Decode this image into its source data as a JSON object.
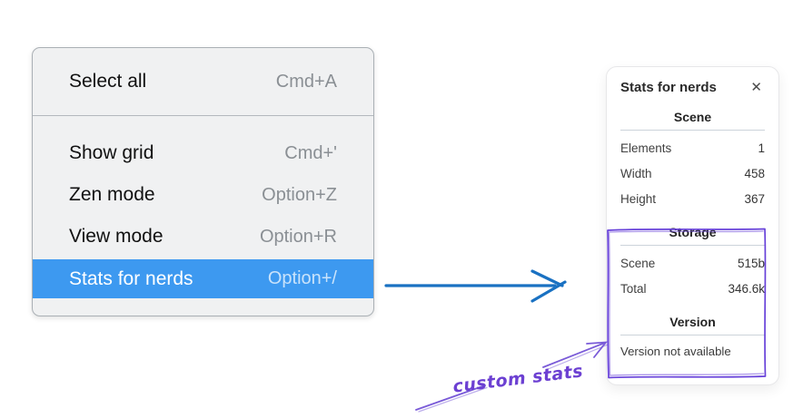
{
  "menu": {
    "items": [
      {
        "label": "Select all",
        "shortcut": "Cmd+A"
      },
      {
        "label": "Show grid",
        "shortcut": "Cmd+'"
      },
      {
        "label": "Zen mode",
        "shortcut": "Option+Z"
      },
      {
        "label": "View mode",
        "shortcut": "Option+R"
      },
      {
        "label": "Stats for nerds",
        "shortcut": "Option+/"
      }
    ],
    "selected_item": "Stats for nerds"
  },
  "panel": {
    "title": "Stats for nerds",
    "close_icon": "✕",
    "sections": [
      {
        "heading": "Scene",
        "rows": [
          {
            "label": "Elements",
            "value": "1"
          },
          {
            "label": "Width",
            "value": "458"
          },
          {
            "label": "Height",
            "value": "367"
          }
        ]
      },
      {
        "heading": "Storage",
        "rows": [
          {
            "label": "Scene",
            "value": "515b"
          },
          {
            "label": "Total",
            "value": "346.6k"
          }
        ]
      },
      {
        "heading": "Version",
        "note": "Version not available"
      }
    ]
  },
  "annotation": {
    "label": "custom stats"
  },
  "colors": {
    "menu_highlight": "#3d99f0",
    "arrow_blue": "#1971c2",
    "annotation_purple": "#6741d9"
  }
}
